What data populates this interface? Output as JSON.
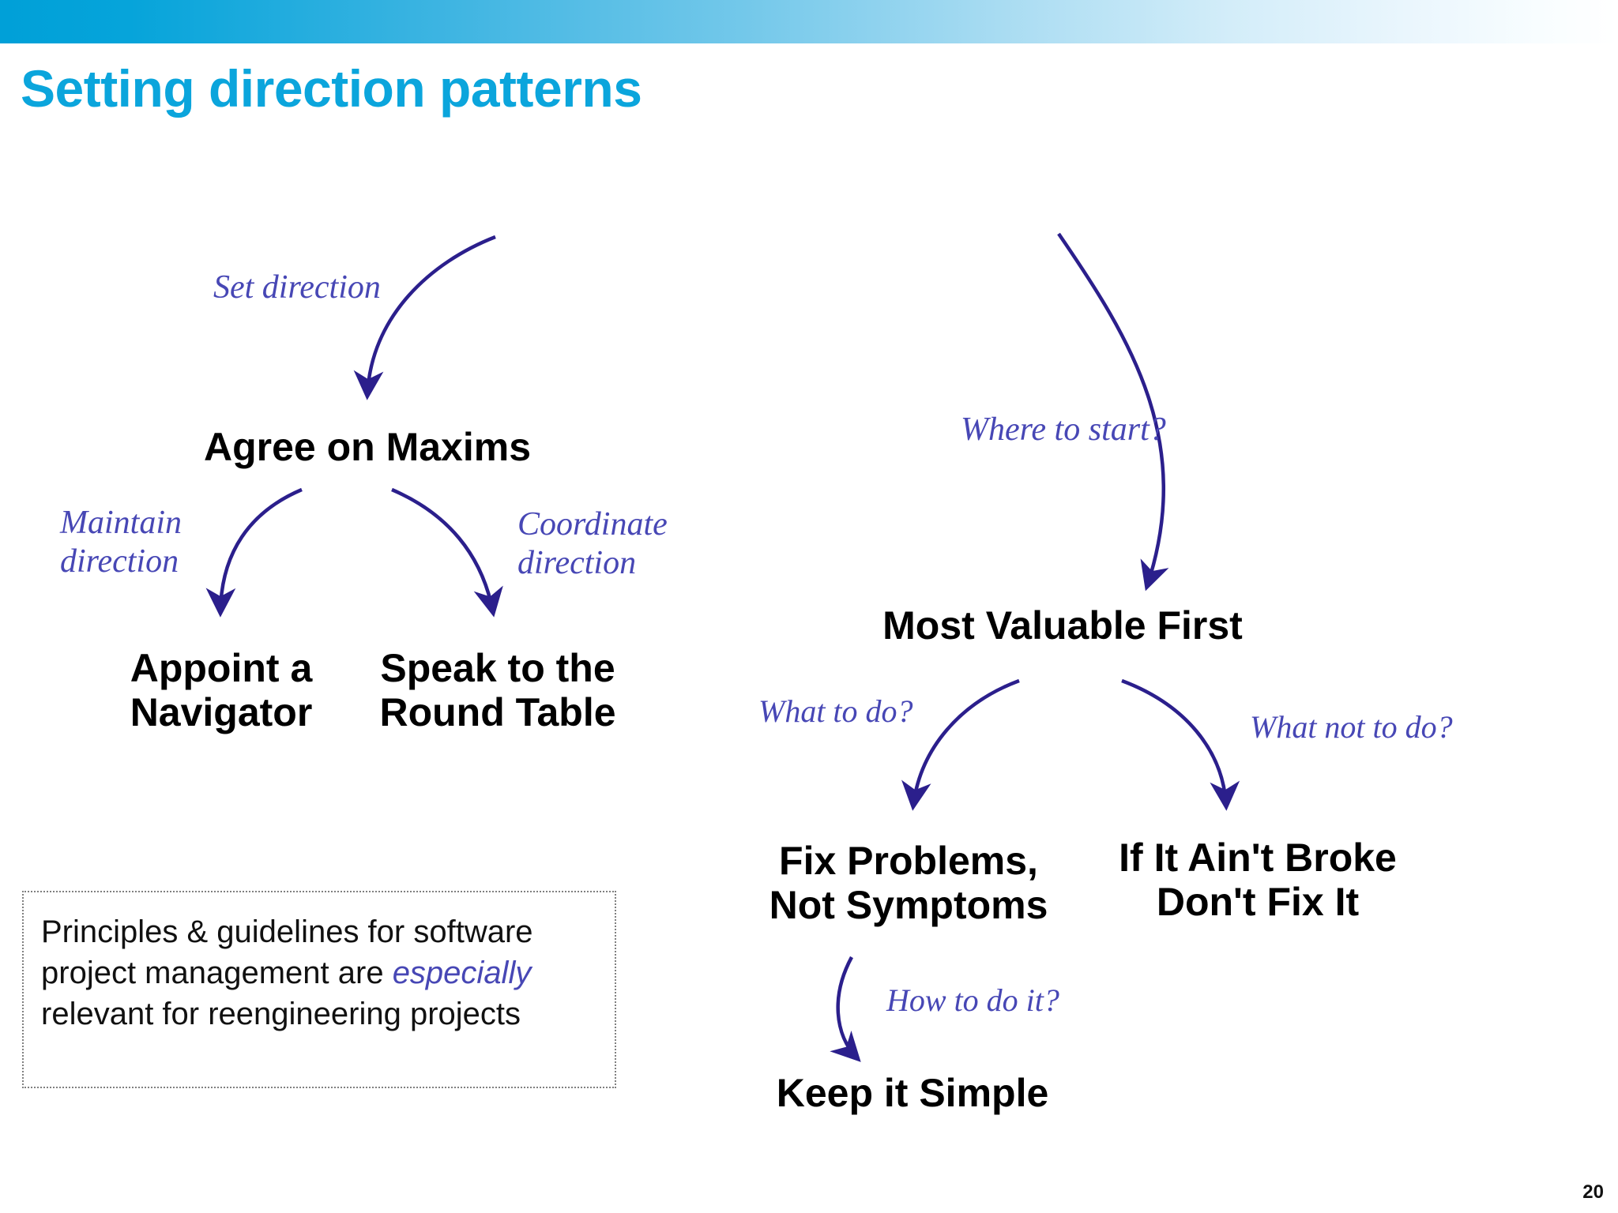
{
  "slide": {
    "title": "Setting direction patterns",
    "title_color": "#0ba5dc",
    "page_number": "20",
    "banner": {
      "gradient_from": "#00a0d8",
      "gradient_to": "#ffffff"
    }
  },
  "theme": {
    "node_text_color": "#000000",
    "edge_label_color": "#4747b5",
    "arrow_color": "#2b1f8c",
    "note_border_color": "#808080"
  },
  "diagram": {
    "type": "pattern-language-map",
    "nodes": [
      {
        "id": "agree-on-maxims",
        "label": "Agree on Maxims"
      },
      {
        "id": "appoint-a-navigator",
        "label": "Appoint a\nNavigator"
      },
      {
        "id": "speak-to-the-round-table",
        "label": "Speak to the\nRound Table"
      },
      {
        "id": "most-valuable-first",
        "label": "Most Valuable First"
      },
      {
        "id": "fix-problems-not-symptoms",
        "label": "Fix Problems,\nNot Symptoms"
      },
      {
        "id": "if-it-aint-broke-dont-fix-it",
        "label": "If It Ain't Broke\nDon't Fix It"
      },
      {
        "id": "keep-it-simple",
        "label": "Keep it Simple"
      }
    ],
    "edges": [
      {
        "id": "set-direction",
        "label": "Set direction",
        "to": "agree-on-maxims"
      },
      {
        "id": "maintain-direction",
        "label": "Maintain\ndirection",
        "from": "agree-on-maxims",
        "to": "appoint-a-navigator"
      },
      {
        "id": "coordinate-direction",
        "label": "Coordinate\ndirection",
        "from": "agree-on-maxims",
        "to": "speak-to-the-round-table"
      },
      {
        "id": "where-to-start",
        "label": "Where to start?",
        "to": "most-valuable-first"
      },
      {
        "id": "what-to-do",
        "label": "What to do?",
        "from": "most-valuable-first",
        "to": "fix-problems-not-symptoms"
      },
      {
        "id": "what-not-to-do",
        "label": "What not to do?",
        "from": "most-valuable-first",
        "to": "if-it-aint-broke-dont-fix-it"
      },
      {
        "id": "how-to-do-it",
        "label": "How to do it?",
        "from": "fix-problems-not-symptoms",
        "to": "keep-it-simple"
      }
    ]
  },
  "note": {
    "before": "Principles & guidelines for software project management are ",
    "emphasis": "especially",
    "after": " relevant for reengineering projects"
  }
}
